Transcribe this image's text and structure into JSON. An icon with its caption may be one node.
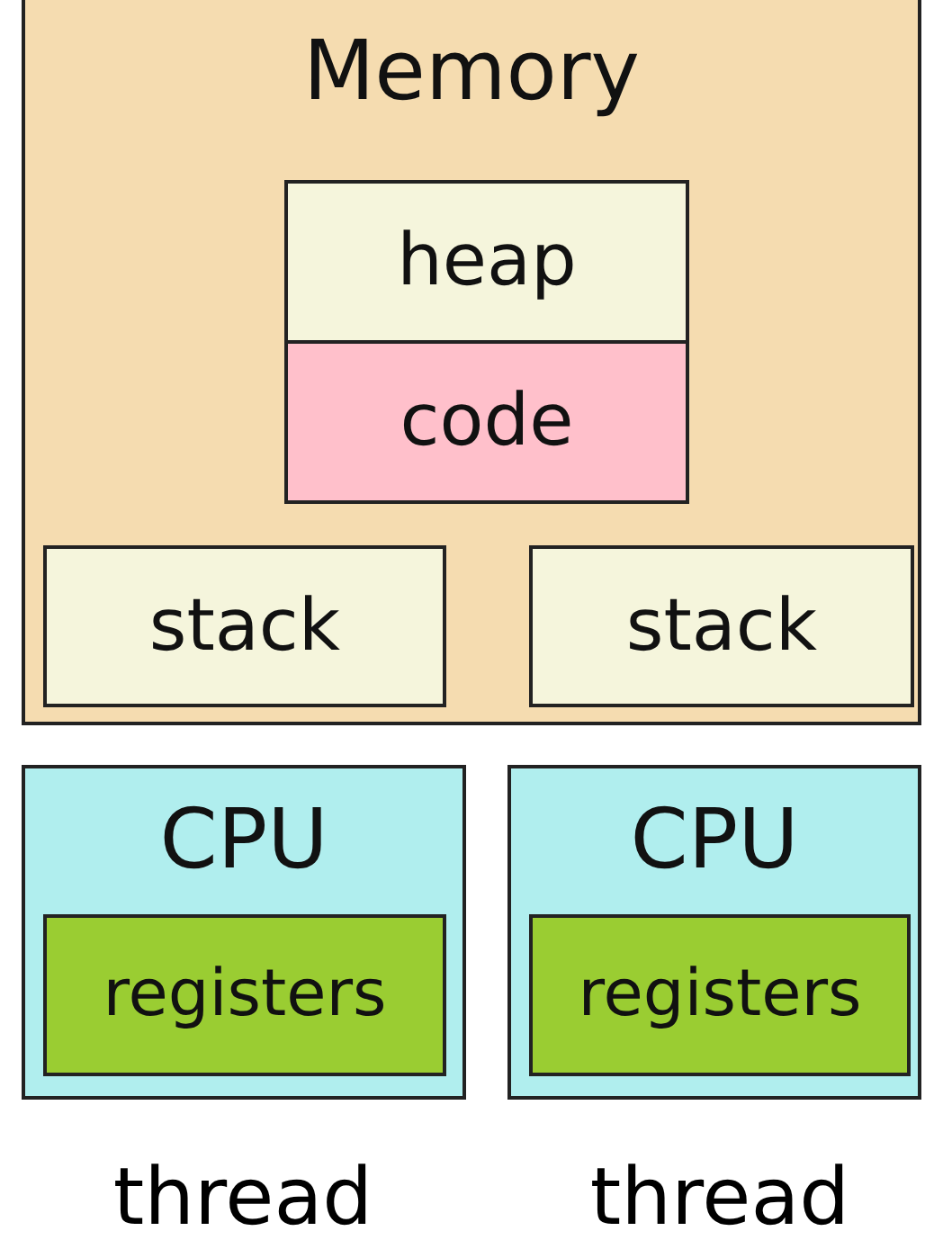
{
  "diagram": {
    "nodes": [
      {
        "text": [
          "Memory"
        ]
      },
      {
        "text": [
          "heap"
        ],
        "in": 0
      },
      {
        "text": [
          "code"
        ],
        "in": 0
      },
      {
        "text": [
          "stack"
        ],
        "in": 0
      },
      {
        "text": [
          "stack"
        ],
        "in": 0
      },
      {
        "text": [
          "CPU"
        ]
      },
      {
        "text": [
          "registers"
        ],
        "in": 5
      },
      {
        "text": [
          "CPU"
        ]
      },
      {
        "text": [
          "registers"
        ],
        "in": 7
      }
    ],
    "labels": [
      "thread",
      "thread"
    ]
  }
}
